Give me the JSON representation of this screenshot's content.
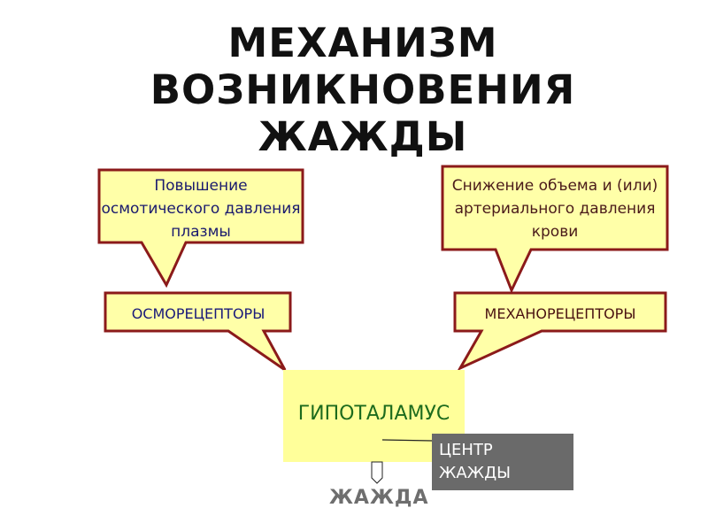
{
  "title": {
    "line1": "МЕХАНИЗМ",
    "line2": "ВОЗНИКНОВЕНИЯ",
    "line3": "ЖАЖДЫ"
  },
  "callouts": {
    "left_top": "Повышение осмотического давления плазмы",
    "right_top": "Снижение объема и (или) артериального давления крови",
    "osmoreceptors": "ОСМОРЕЦЕПТОРЫ",
    "mechanoreceptors": "МЕХАНОРЕЦЕПТОРЫ"
  },
  "hypothalamus": "ГИПОТАЛАМУС",
  "thirst_center": {
    "line1": "ЦЕНТР",
    "line2": "ЖАЖДЫ"
  },
  "thirst": "ЖАЖДА",
  "colors": {
    "callout_fill": "#ffffa8",
    "callout_border": "#8b1a1a",
    "hypothalamus_fill": "#ffff9a",
    "center_fill": "#6a6a6a",
    "thirst_text": "#6e6e6e"
  }
}
